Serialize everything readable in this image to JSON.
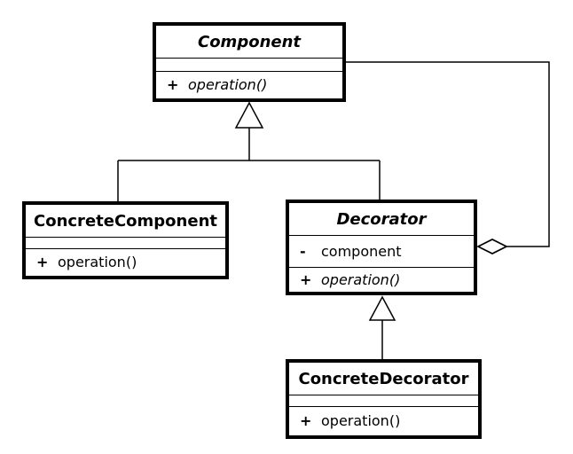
{
  "diagram": {
    "kind": "uml-class-diagram",
    "pattern": "Decorator",
    "colors": {
      "background": "#ffffff",
      "stroke": "#000000",
      "box_fill": "#ffffff"
    },
    "classes": [
      {
        "id": "component",
        "name": "Component",
        "abstract": true,
        "attributes": [],
        "methods": [
          {
            "visibility": "+",
            "signature": "operation()",
            "abstract": true
          }
        ]
      },
      {
        "id": "concrete-component",
        "name": "ConcreteComponent",
        "abstract": false,
        "attributes": [],
        "methods": [
          {
            "visibility": "+",
            "signature": "operation()",
            "abstract": false
          }
        ]
      },
      {
        "id": "decorator",
        "name": "Decorator",
        "abstract": true,
        "attributes": [
          {
            "visibility": "-",
            "name": "component"
          }
        ],
        "methods": [
          {
            "visibility": "+",
            "signature": "operation()",
            "abstract": true
          }
        ]
      },
      {
        "id": "concrete-decorator",
        "name": "ConcreteDecorator",
        "abstract": false,
        "attributes": [],
        "methods": [
          {
            "visibility": "+",
            "signature": "operation()",
            "abstract": false
          }
        ]
      }
    ],
    "relationships": [
      {
        "type": "generalization",
        "from": "ConcreteComponent",
        "to": "Component"
      },
      {
        "type": "generalization",
        "from": "Decorator",
        "to": "Component"
      },
      {
        "type": "generalization",
        "from": "ConcreteDecorator",
        "to": "Decorator"
      },
      {
        "type": "aggregation",
        "from": "Decorator",
        "to": "Component"
      }
    ]
  }
}
